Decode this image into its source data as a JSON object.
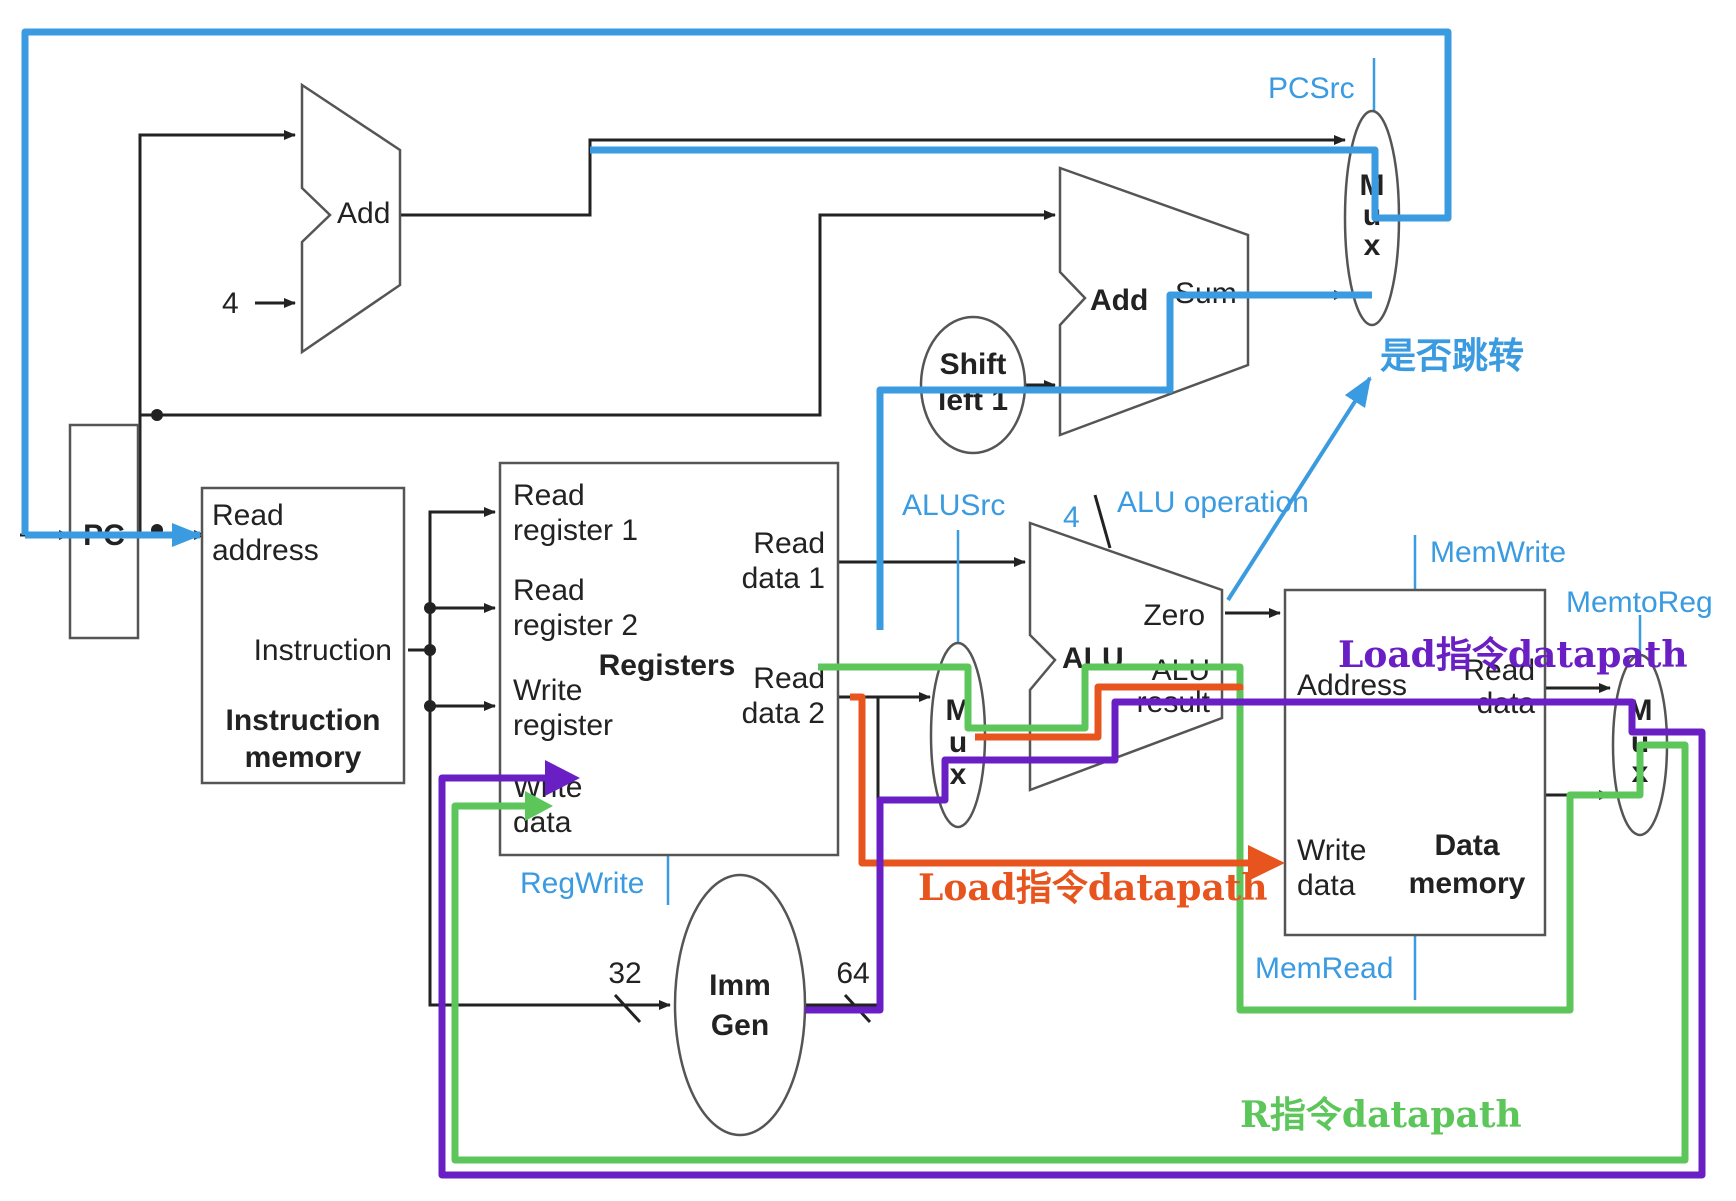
{
  "blocks": {
    "pc": "PC",
    "add_top": "Add",
    "add_const": "4",
    "add_branch": "Add",
    "add_branch_sum": "Sum",
    "shift_l1": "Shift",
    "shift_l2": "left 1",
    "imem_read": "Read",
    "imem_address": "address",
    "imem_instruction": "Instruction",
    "imem_title1": "Instruction",
    "imem_title2": "memory",
    "reg_rr1a": "Read",
    "reg_rr1b": "register 1",
    "reg_rr2a": "Read",
    "reg_rr2b": "register 2",
    "reg_wra": "Write",
    "reg_wrb": "register",
    "reg_wda": "Write",
    "reg_wdb": "data",
    "reg_title": "Registers",
    "reg_rd1a": "Read",
    "reg_rd1b": "data 1",
    "reg_rd2a": "Read",
    "reg_rd2b": "data 2",
    "alu": "ALU",
    "alu_zero": "Zero",
    "alu_result1": "ALU",
    "alu_result2": "result",
    "alu_op_width": "4",
    "dmem_address": "Address",
    "dmem_read1": "Read",
    "dmem_read2": "data",
    "dmem_write1": "Write",
    "dmem_write2": "data",
    "dmem_title1": "Data",
    "dmem_title2": "memory",
    "imm1": "Imm",
    "imm2": "Gen",
    "imm_in_width": "32",
    "imm_out_width": "64",
    "mux_m": "M",
    "mux_u": "u",
    "mux_x": "x"
  },
  "controls": {
    "pcsrc": "PCSrc",
    "alusrc": "ALUSrc",
    "alu_operation": "ALU operation",
    "memwrite": "MemWrite",
    "memtoreg": "MemtoReg",
    "regwrite": "RegWrite",
    "memread": "MemRead"
  },
  "annotations": {
    "branch_note": "是否跳转",
    "load_note_purple": "Load指令datapath",
    "load_note_orange": "Load指令datapath",
    "r_note": "R指令datapath"
  },
  "colors": {
    "blue": "#3a9be0",
    "purple": "#6a1fc4",
    "orange": "#e8541e",
    "green": "#5cc65a",
    "control_text": "#3a9be0"
  }
}
